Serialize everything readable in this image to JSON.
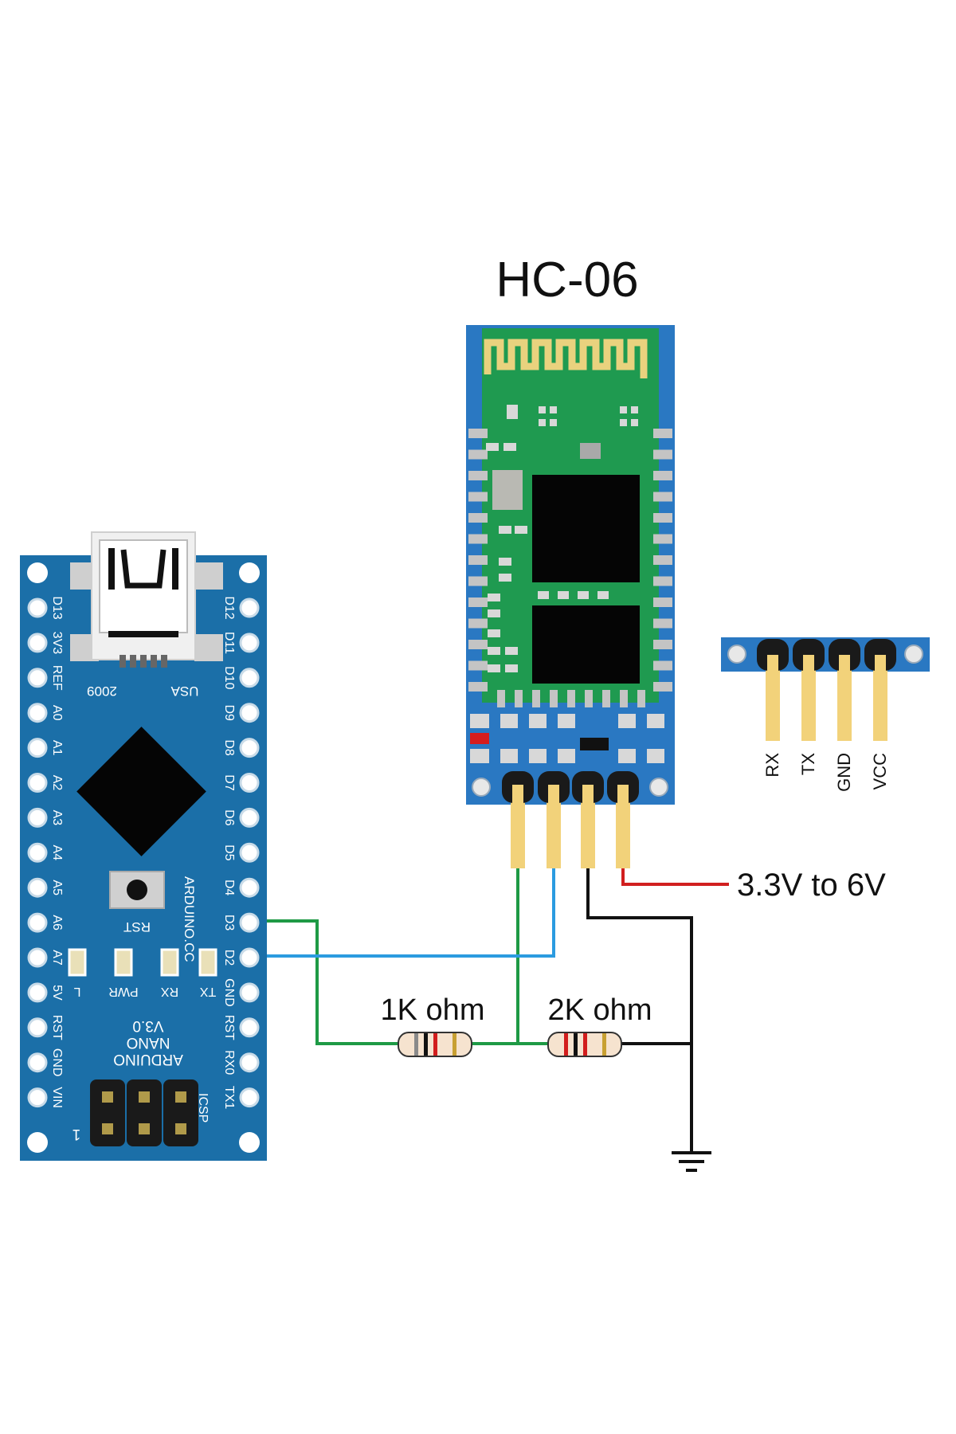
{
  "module_title": "HC-06",
  "power_label": "3.3V to 6V",
  "resistors": [
    {
      "label": "1K ohm"
    },
    {
      "label": "2K ohm"
    }
  ],
  "pin_header_labels": [
    "RX",
    "TX",
    "GND",
    "VCC"
  ],
  "nano": {
    "left_pins": [
      "D13",
      "3V3",
      "REF",
      "A0",
      "A1",
      "A2",
      "A3",
      "A4",
      "A5",
      "A6",
      "A7",
      "5V",
      "RST",
      "GND",
      "VIN"
    ],
    "right_pins": [
      "D12",
      "D11",
      "D10",
      "D9",
      "D8",
      "D7",
      "D6",
      "D5",
      "D4",
      "D3",
      "D2",
      "GND",
      "RST",
      "RX0",
      "TX1"
    ],
    "usb_year": "2009",
    "usb_country": "USA",
    "site": "ARDUINO.CC",
    "rst_label": "RST",
    "led_labels": [
      "L",
      "PWR",
      "RX",
      "TX"
    ],
    "name_line1": "ARDUINO",
    "name_line2": "NANO",
    "version": "V3.0",
    "icsp_label": "ICSP",
    "icsp_pin1": "1"
  },
  "colors": {
    "board_blue": "#1b6fa8",
    "hc06_blue": "#2a78c2",
    "hc06_green": "#1f9a50",
    "wire_green": "#1e9a45",
    "wire_blue": "#2b9be0",
    "wire_red": "#d11f1f",
    "wire_black": "#111111",
    "pin_gold": "#f2d27a"
  }
}
